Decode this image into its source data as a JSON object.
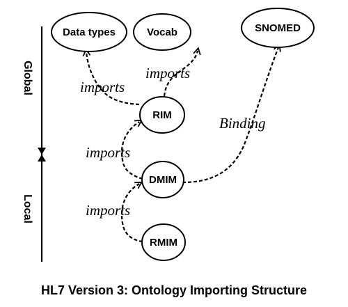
{
  "axis": {
    "global_label": "Global",
    "local_label": "Local"
  },
  "nodes": {
    "data_types": "Data types",
    "vocab": "Vocab",
    "snomed": "SNOMED",
    "rim": "RIM",
    "dmim": "DMIM",
    "rmim": "RMIM"
  },
  "edges": {
    "rim_to_data_types": "imports",
    "rim_to_vocab": "imports",
    "dmim_to_rim": "imports",
    "rmim_to_dmim": "imports",
    "dmim_to_snomed": "Binding"
  },
  "caption": "HL7 Version 3: Ontology Importing Structure"
}
